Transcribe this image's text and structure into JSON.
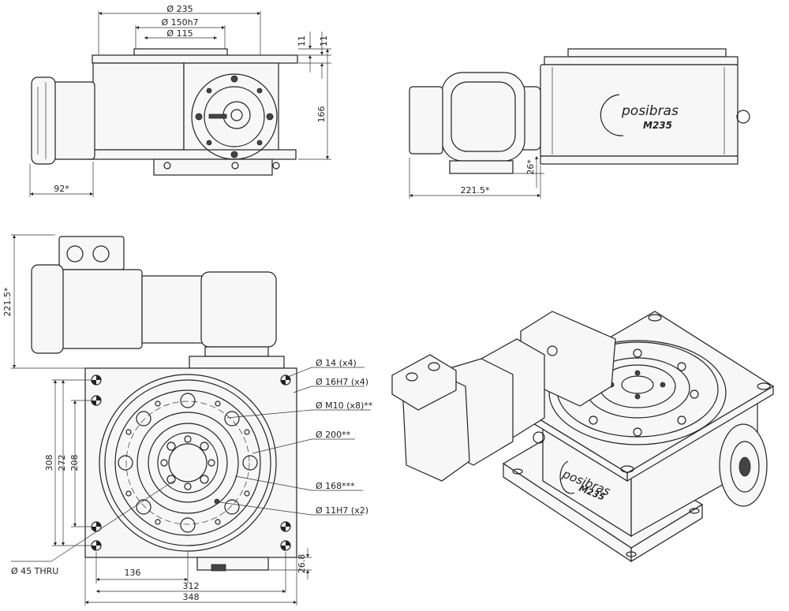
{
  "front_view": {
    "top_dims": [
      "Ø 235",
      "Ø 150h7",
      "Ø 115"
    ],
    "right_dims": [
      "11",
      "11",
      "166"
    ],
    "bottom_dim": "92*"
  },
  "side_view": {
    "logo": {
      "brand": "posibras",
      "model": "M235"
    },
    "dims": {
      "width": "221.5*",
      "height": "26*"
    }
  },
  "top_view": {
    "left_dims": [
      "221.5*",
      "308",
      "272",
      "208"
    ],
    "bottom_dims": [
      "136",
      "312",
      "348"
    ],
    "right_dim": "26.8",
    "callouts": [
      "Ø 14 (x4)",
      "Ø 16H7 (x4)",
      "Ø M10  (x8)**",
      "Ø 200**",
      "Ø 168***",
      "Ø 11H7 (x2)",
      "Ø 45 THRU"
    ]
  },
  "iso_view": {
    "logo": {
      "brand": "posibras",
      "model": "M235"
    }
  }
}
